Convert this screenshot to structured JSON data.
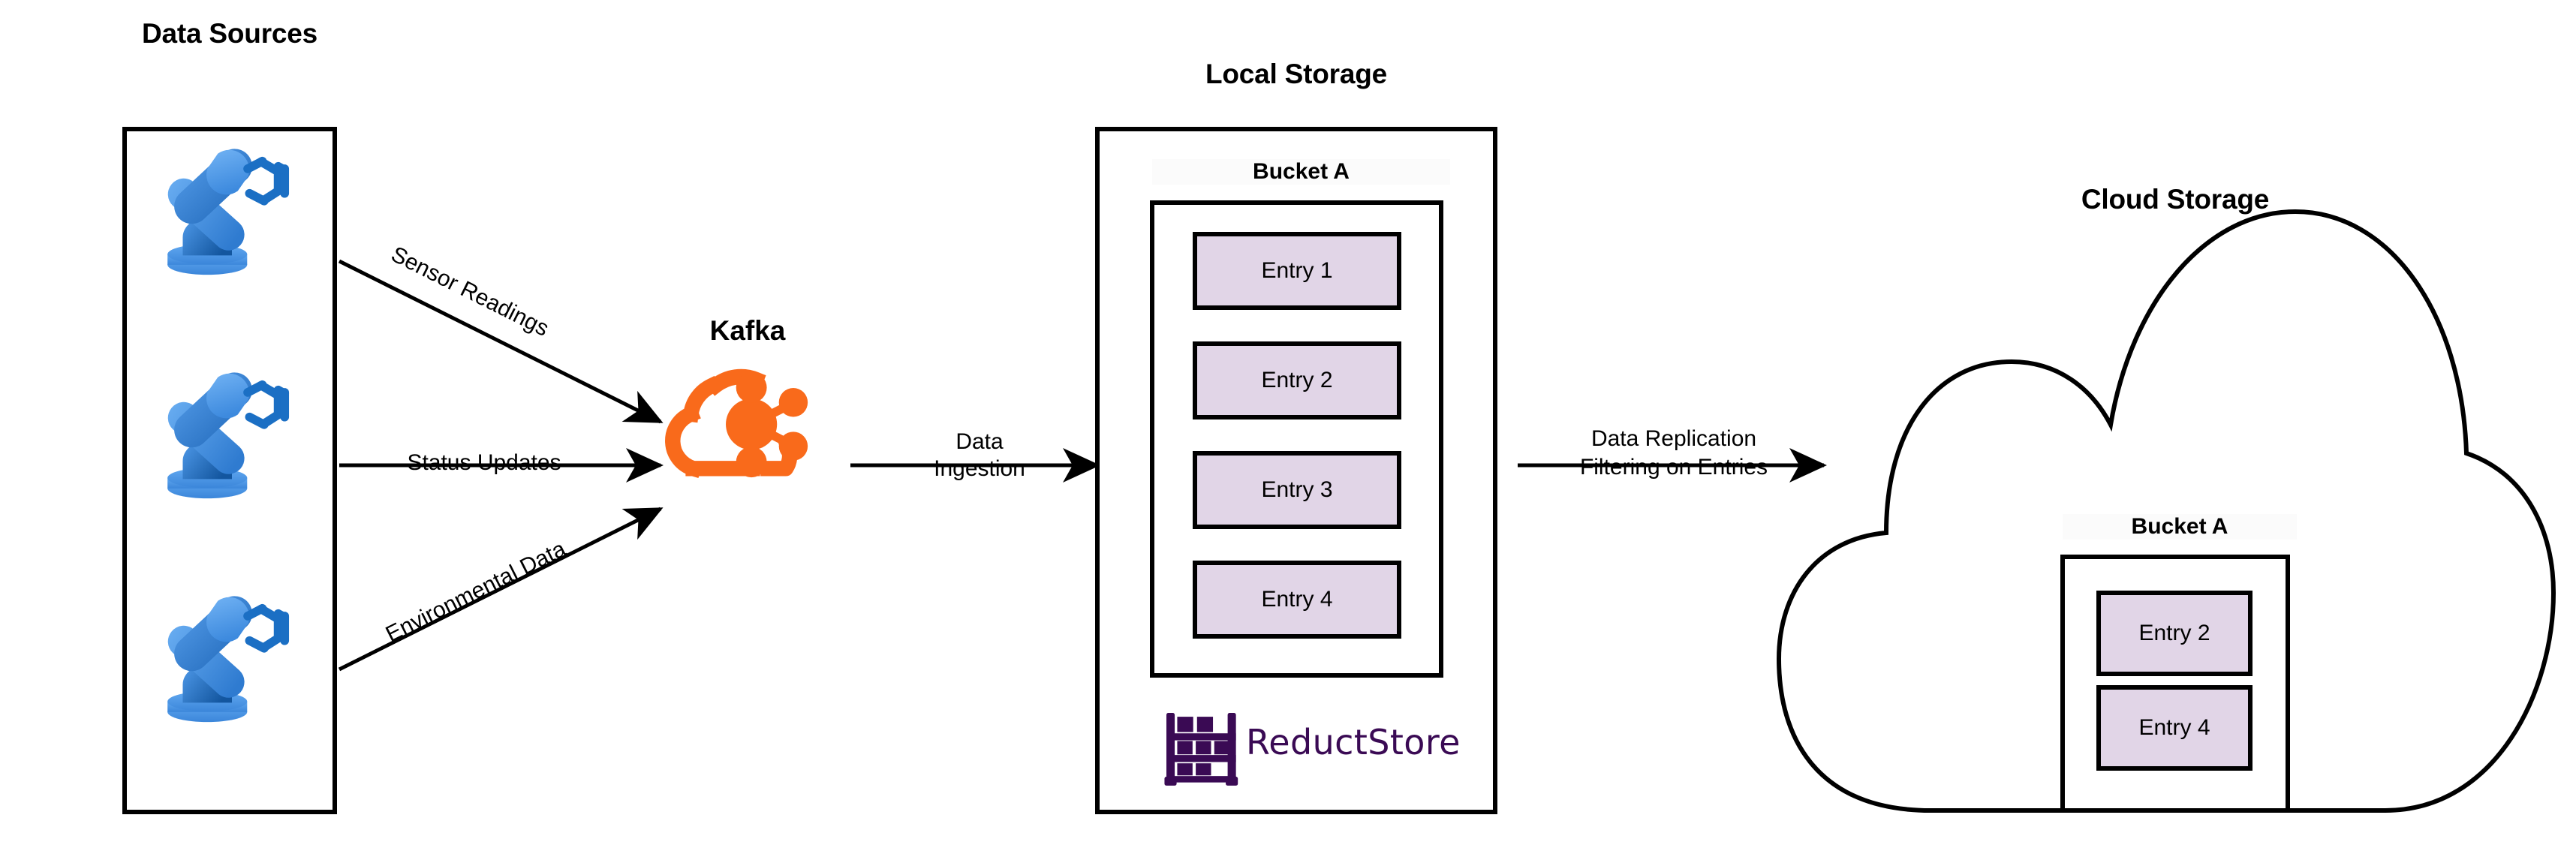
{
  "diagram": {
    "title_data_sources": "Data Sources",
    "title_kafka": "Kafka",
    "title_local_storage": "Local Storage",
    "title_cloud_storage": "Cloud Storage",
    "bucket_local_label": "Bucket A",
    "bucket_cloud_label": "Bucket A",
    "reduct_logo_text": "ReductStore"
  },
  "sources": {
    "items": [
      {
        "name": "robot-arm-1"
      },
      {
        "name": "robot-arm-2"
      },
      {
        "name": "robot-arm-3"
      }
    ]
  },
  "edges": {
    "sensor_readings": "Sensor Readings",
    "status_updates": "Status Updates",
    "environmental_data": "Environmental Data",
    "data_ingestion_line1": "Data",
    "data_ingestion_line2": "Ingestion",
    "replication_line1": "Data Replication",
    "replication_line2": "Filtering on Entries"
  },
  "local_storage": {
    "entries": [
      {
        "label": "Entry 1"
      },
      {
        "label": "Entry 2"
      },
      {
        "label": "Entry 3"
      },
      {
        "label": "Entry 4"
      }
    ]
  },
  "cloud_storage": {
    "entries": [
      {
        "label": "Entry 2"
      },
      {
        "label": "Entry 4"
      }
    ]
  },
  "colors": {
    "entry_fill": "#e1d5e7",
    "entry_stroke": "#000000",
    "kafka_orange": "#f96a1b",
    "robot_blue_light": "#4e9bea",
    "robot_blue_dark": "#1b63b5",
    "reduct_purple": "#3a0a54",
    "outline": "#000000"
  }
}
